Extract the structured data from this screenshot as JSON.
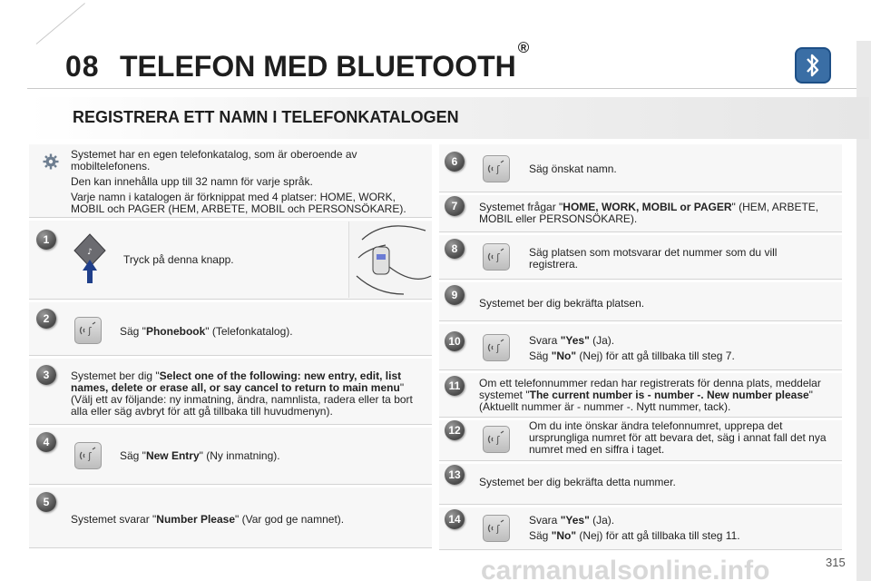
{
  "header": {
    "chapter_number": "08",
    "chapter_title": "TELEFON MED BLUETOOTH",
    "registered_mark": "®",
    "icon": "bluetooth-icon"
  },
  "section": {
    "title": "REGISTRERA ETT NAMN I TELEFONKATALOGEN"
  },
  "intro": {
    "line1": "Systemet har en egen telefonkatalog, som är oberoende av mobiltelefonens.",
    "line2": "Den kan innehålla upp till 32 namn för varje språk.",
    "line3": "Varje namn i katalogen är förknippat med 4 platser: HOME, WORK, MOBIL och PAGER (HEM, ARBETE, MOBIL och PERSONSÖKARE)."
  },
  "steps": {
    "s1": {
      "num": "1",
      "text": "Tryck på denna knapp."
    },
    "s2": {
      "num": "2",
      "pre": "Säg \"",
      "bold": "Phonebook",
      "post": "\" (Telefonkatalog)."
    },
    "s3": {
      "num": "3",
      "pre": "Systemet ber dig \"",
      "bold": "Select one of the following: new entry, edit, list names, delete or erase all, or say cancel to return to main menu",
      "post": "\" (Välj ett av följande: ny inmatning, ändra, namnlista, radera eller ta bort alla eller säg avbryt för att gå tillbaka till huvudmenyn)."
    },
    "s4": {
      "num": "4",
      "pre": "Säg \"",
      "bold": "New Entry",
      "post": "\" (Ny inmatning)."
    },
    "s5": {
      "num": "5",
      "pre": "Systemet svarar \"",
      "bold": "Number Please",
      "post": "\" (Var god ge namnet)."
    },
    "s6": {
      "num": "6",
      "text": "Säg önskat namn."
    },
    "s7": {
      "num": "7",
      "pre": "Systemet frågar \"",
      "bold": "HOME, WORK, MOBIL or PAGER",
      "post": "\" (HEM, ARBETE, MOBIL eller PERSONSÖKARE)."
    },
    "s8": {
      "num": "8",
      "text": "Säg platsen som motsvarar det nummer som du vill registrera."
    },
    "s9": {
      "num": "9",
      "text": "Systemet ber dig bekräfta platsen."
    },
    "s10": {
      "num": "10",
      "a_pre": "Svara ",
      "a_bold": "\"Yes\"",
      "a_post": " (Ja).",
      "b_pre": "Säg ",
      "b_bold": "\"No\"",
      "b_post": " (Nej) för att gå tillbaka till steg 7."
    },
    "s11": {
      "num": "11",
      "pre": "Om ett telefonnummer redan har registrerats för denna plats, meddelar systemet \"",
      "bold": "The current number is - number -. New number please",
      "post": "\" (Aktuellt nummer är - nummer -. Nytt nummer, tack)."
    },
    "s12": {
      "num": "12",
      "text": "Om du inte önskar ändra telefonnumret, upprepa det ursprungliga numret för att bevara det, säg i annat fall det nya numret med en siffra i taget."
    },
    "s13": {
      "num": "13",
      "text": "Systemet ber dig bekräfta detta nummer."
    },
    "s14": {
      "num": "14",
      "a_pre": "Svara ",
      "a_bold": "\"Yes\"",
      "a_post": " (Ja).",
      "b_pre": "Säg ",
      "b_bold": "\"No\"",
      "b_post": " (Nej) för att gå tillbaka till steg 11."
    }
  },
  "footer": {
    "page": "315",
    "watermark": "carmanualsonline.info"
  }
}
